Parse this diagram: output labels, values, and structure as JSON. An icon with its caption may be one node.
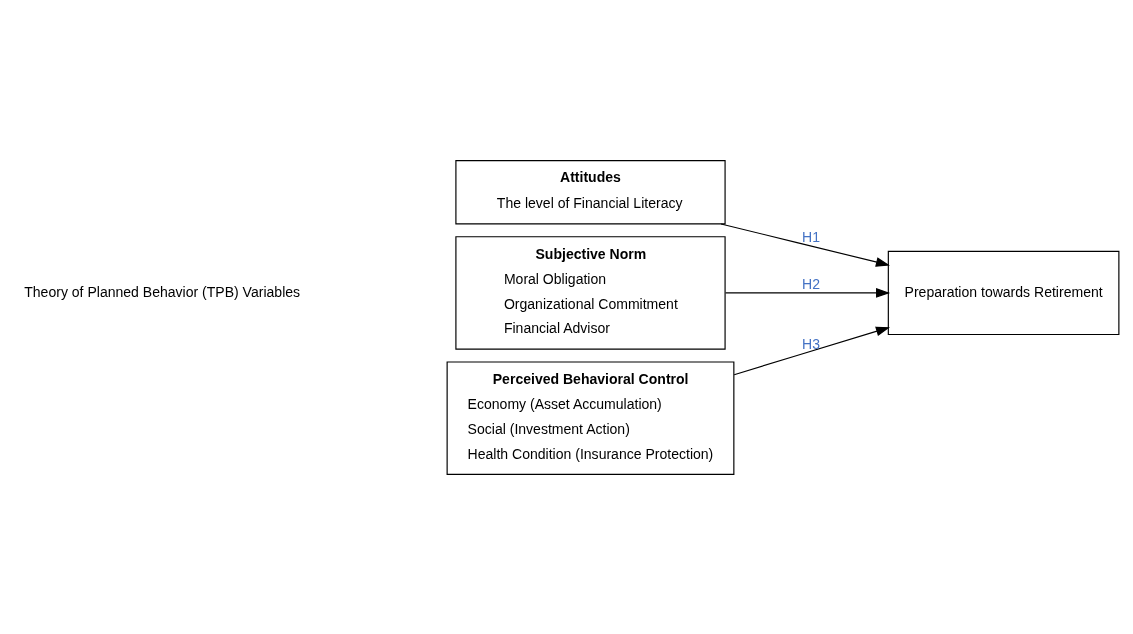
{
  "diagram": {
    "nodes": [
      {
        "text": [
          "Attitudes",
          "The level of Financial Literacy"
        ]
      },
      {
        "text": [
          "Subjective Norm",
          "Moral Obligation",
          "Organizational Commitment",
          "Financial Advisor"
        ]
      },
      {
        "text": [
          "Perceived Behavioral Control",
          "Economy (Asset Accumulation)",
          "Social (Investment Action)",
          "Health Condition (Insurance Protection)"
        ]
      },
      {
        "text": [
          "Preparation towards Retirement"
        ]
      }
    ],
    "edges": [
      {
        "from": 0,
        "to": 3,
        "arrow": "to",
        "label": "H1"
      },
      {
        "from": 1,
        "to": 3,
        "arrow": "to",
        "label": "H2"
      },
      {
        "from": 2,
        "to": 3,
        "arrow": "to",
        "label": "H3"
      }
    ],
    "labels": [
      "Theory of Planned Behavior (TPB) Variables"
    ]
  }
}
